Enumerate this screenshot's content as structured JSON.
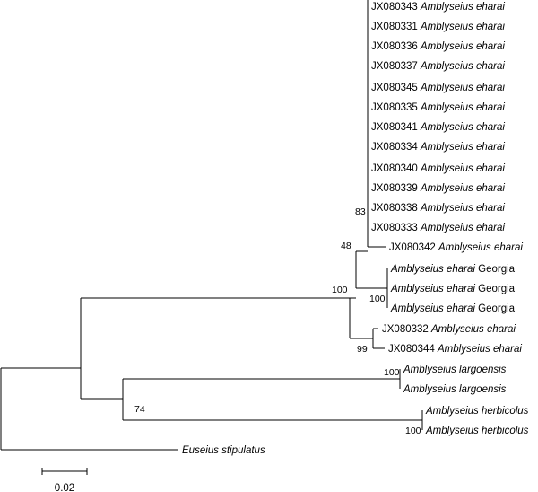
{
  "tree": {
    "taxa": [
      {
        "id": "t1",
        "accession": "JX080343",
        "species": "Amblyseius eharai",
        "suffix": ""
      },
      {
        "id": "t2",
        "accession": "JX080331",
        "species": "Amblyseius eharai",
        "suffix": ""
      },
      {
        "id": "t3",
        "accession": "JX080336",
        "species": "Amblyseius eharai",
        "suffix": ""
      },
      {
        "id": "t4",
        "accession": "JX080337",
        "species": "Amblyseius eharai",
        "suffix": ""
      },
      {
        "id": "t5",
        "accession": "JX080345",
        "species": "Amblyseius eharai",
        "suffix": ""
      },
      {
        "id": "t6",
        "accession": "JX080335",
        "species": "Amblyseius eharai",
        "suffix": ""
      },
      {
        "id": "t7",
        "accession": "JX080341",
        "species": "Amblyseius eharai",
        "suffix": ""
      },
      {
        "id": "t8",
        "accession": "JX080334",
        "species": "Amblyseius eharai",
        "suffix": ""
      },
      {
        "id": "t9",
        "accession": "JX080340",
        "species": "Amblyseius eharai",
        "suffix": ""
      },
      {
        "id": "t10",
        "accession": "JX080339",
        "species": "Amblyseius eharai",
        "suffix": ""
      },
      {
        "id": "t11",
        "accession": "JX080338",
        "species": "Amblyseius eharai",
        "suffix": ""
      },
      {
        "id": "t12",
        "accession": "JX080333",
        "species": "Amblyseius eharai",
        "suffix": ""
      },
      {
        "id": "t13",
        "accession": "JX080342",
        "species": "Amblyseius eharai",
        "suffix": ""
      },
      {
        "id": "t14",
        "accession": "",
        "species": "Amblyseius eharai",
        "suffix": "Georgia"
      },
      {
        "id": "t15",
        "accession": "",
        "species": "Amblyseius eharai",
        "suffix": "Georgia"
      },
      {
        "id": "t16",
        "accession": "",
        "species": "Amblyseius eharai",
        "suffix": "Georgia"
      },
      {
        "id": "t17",
        "accession": "JX080332",
        "species": "Amblyseius eharai",
        "suffix": ""
      },
      {
        "id": "t18",
        "accession": "JX080344",
        "species": "Amblyseius eharai",
        "suffix": ""
      },
      {
        "id": "t19",
        "accession": "",
        "species": "Amblyseius largoensis",
        "suffix": ""
      },
      {
        "id": "t20",
        "accession": "",
        "species": "Amblyseius largoensis",
        "suffix": ""
      },
      {
        "id": "t21",
        "accession": "",
        "species": "Amblyseius herbicolus",
        "suffix": ""
      },
      {
        "id": "t22",
        "accession": "",
        "species": "Amblyseius herbicolus",
        "suffix": ""
      },
      {
        "id": "t23",
        "accession": "",
        "species": "Euseius stipulatus",
        "suffix": ""
      }
    ],
    "bootstrap": [
      {
        "node": "n83",
        "value": "83"
      },
      {
        "node": "n48",
        "value": "48"
      },
      {
        "node": "n100a",
        "value": "100"
      },
      {
        "node": "n100b",
        "value": "100"
      },
      {
        "node": "n99",
        "value": "99"
      },
      {
        "node": "n100c",
        "value": "100"
      },
      {
        "node": "n74",
        "value": "74"
      },
      {
        "node": "n100d",
        "value": "100"
      }
    ]
  },
  "scale_bar": {
    "label": "0.02"
  }
}
